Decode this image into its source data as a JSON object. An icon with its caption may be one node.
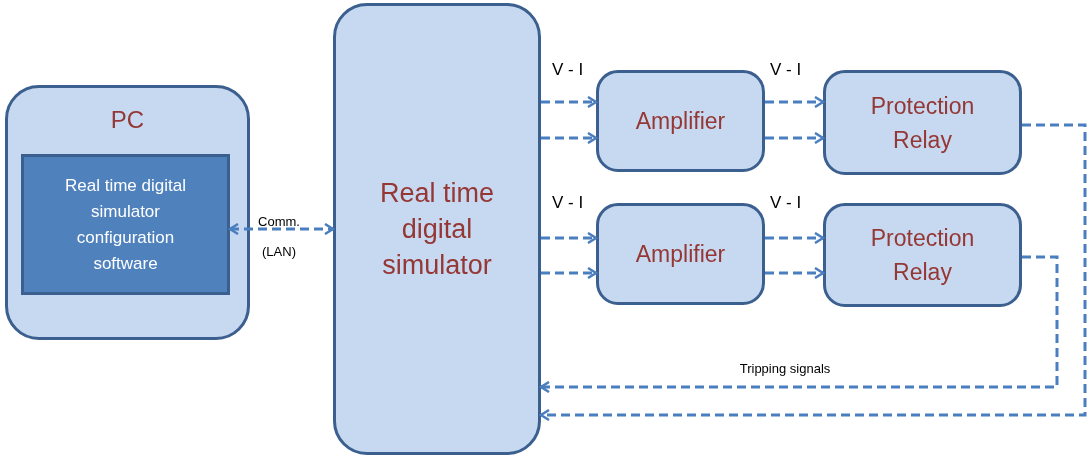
{
  "diagram": {
    "nodes": [
      {
        "text": [
          "PC"
        ]
      },
      {
        "text": [
          "Real time digital simulator configuration software"
        ],
        "in": 0
      },
      {
        "text": [
          "Real time digital simulator"
        ]
      },
      {
        "text": [
          "Amplifier"
        ]
      },
      {
        "text": [
          "Protection Relay"
        ]
      },
      {
        "text": [
          "Amplifier"
        ]
      },
      {
        "text": [
          "Protection Relay"
        ]
      }
    ],
    "edges": [
      {
        "from": 1,
        "to": 2,
        "arrow": "both",
        "label": "Comm. (LAN)",
        "style": "dashed"
      },
      {
        "from": 2,
        "to": 3,
        "arrow": "to",
        "style": "dashed"
      },
      {
        "from": 2,
        "to": 3,
        "arrow": "to",
        "style": "dashed"
      },
      {
        "from": 3,
        "to": 4,
        "arrow": "to",
        "style": "dashed"
      },
      {
        "from": 3,
        "to": 4,
        "arrow": "to",
        "style": "dashed"
      },
      {
        "from": 2,
        "to": 5,
        "arrow": "to",
        "style": "dashed"
      },
      {
        "from": 2,
        "to": 5,
        "arrow": "to",
        "style": "dashed"
      },
      {
        "from": 5,
        "to": 6,
        "arrow": "to",
        "style": "dashed"
      },
      {
        "from": 5,
        "to": 6,
        "arrow": "to",
        "style": "dashed"
      },
      {
        "from": 6,
        "to": 2,
        "arrow": "to",
        "label": "Tripping signals",
        "style": "dashed"
      },
      {
        "from": 4,
        "to": 2,
        "arrow": "to",
        "style": "dashed"
      }
    ],
    "labels": [
      "V - I",
      "V - I",
      "V - I",
      "V - I"
    ]
  }
}
